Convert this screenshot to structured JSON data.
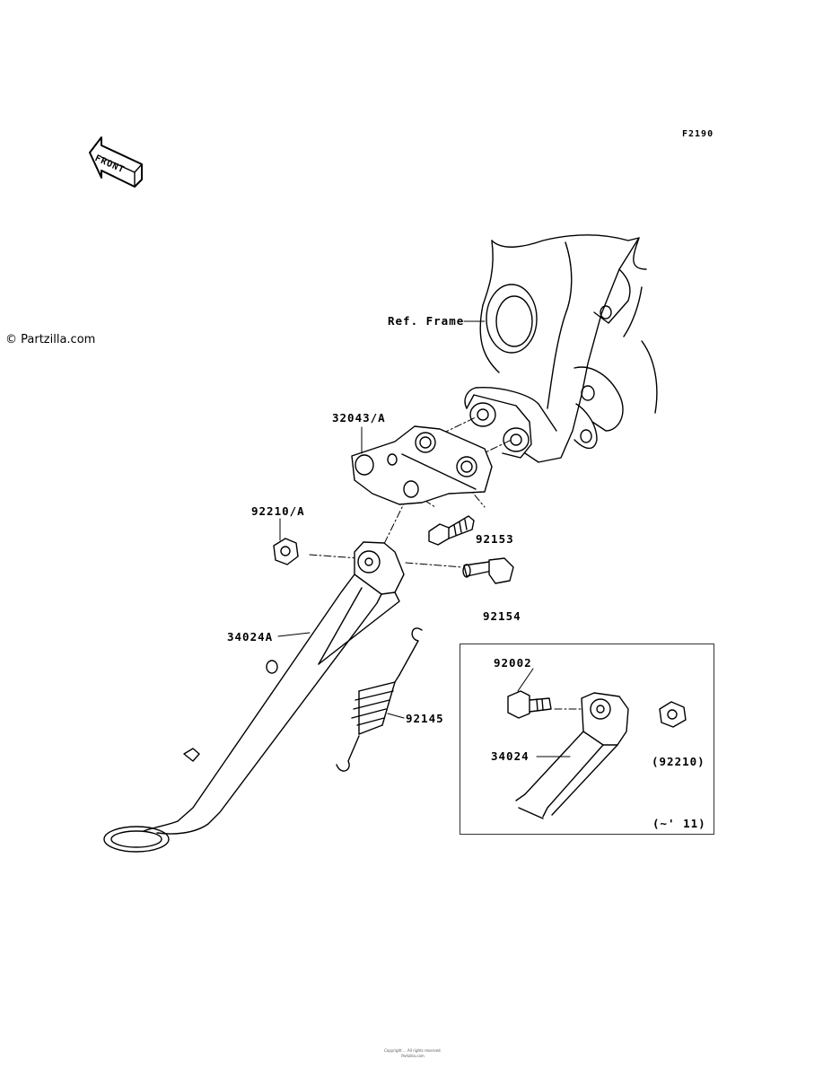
{
  "figure_code": "F2190",
  "watermark": "© Partzilla.com",
  "front_arrow": {
    "label": "FRONT",
    "icon": "front-direction-arrow-icon"
  },
  "callouts": {
    "frame": "Ref. Frame",
    "bracket": "32043/A",
    "nut": "92210/A",
    "bolt_upper": "92153",
    "bolt_pivot": "92154",
    "stand": "34024A",
    "spring": "92145"
  },
  "inset": {
    "bolt": "92002",
    "stand": "34024",
    "nut": "(92210)",
    "applicability": "(~' 11)"
  },
  "footer_lines": [
    "Copyright ... All rights reserved.",
    "Partzilla.com"
  ]
}
